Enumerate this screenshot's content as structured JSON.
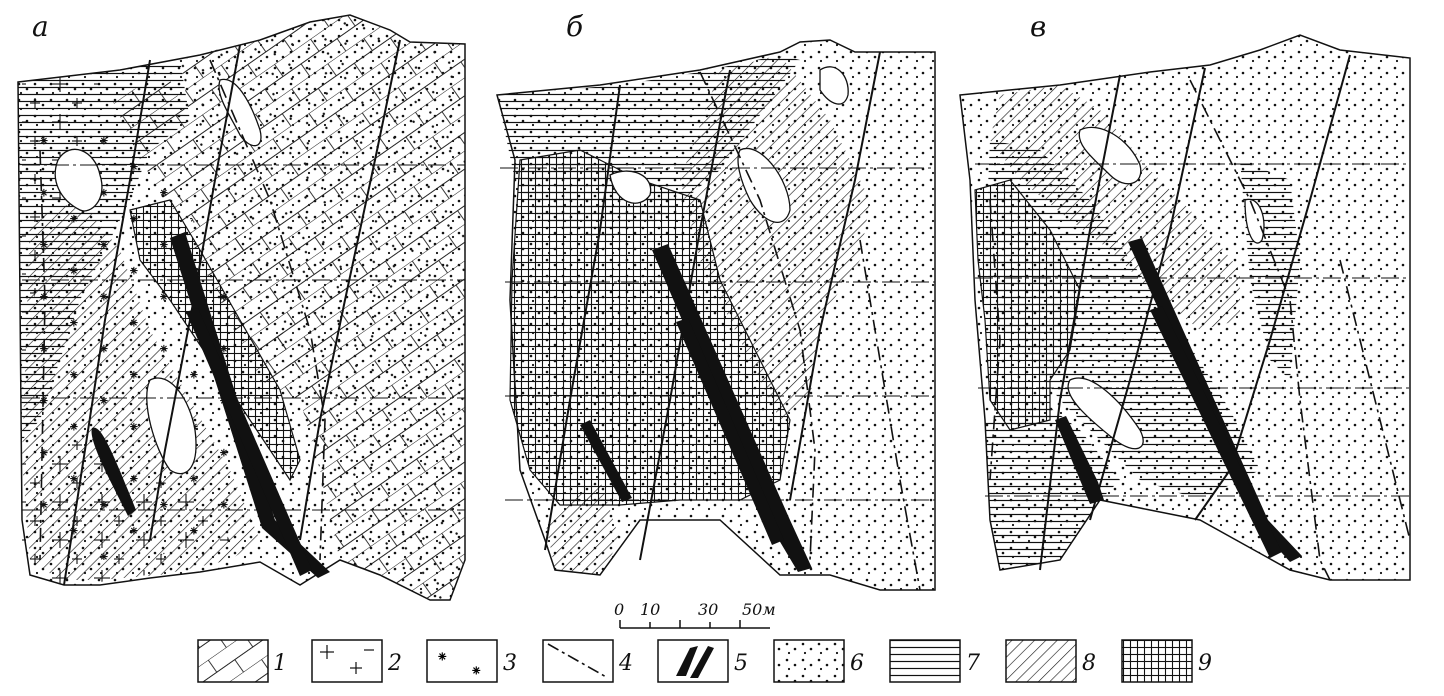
{
  "panels": [
    {
      "id": "a",
      "label": "а"
    },
    {
      "id": "b",
      "label": "б"
    },
    {
      "id": "v",
      "label": "в"
    }
  ],
  "scale_bar": {
    "ticks": [
      "0",
      "10",
      "30",
      "50м"
    ]
  },
  "legend": [
    {
      "number": "1",
      "pattern": "diagonal-brick"
    },
    {
      "number": "2",
      "pattern": "sparse-crosses"
    },
    {
      "number": "3",
      "pattern": "asterisks"
    },
    {
      "number": "4",
      "pattern": "dash-dot-fault"
    },
    {
      "number": "5",
      "pattern": "black-vein"
    },
    {
      "number": "6",
      "pattern": "dots"
    },
    {
      "number": "7",
      "pattern": "horizontal-lines"
    },
    {
      "number": "8",
      "pattern": "diagonal-lines"
    },
    {
      "number": "9",
      "pattern": "cross-hatch"
    }
  ]
}
